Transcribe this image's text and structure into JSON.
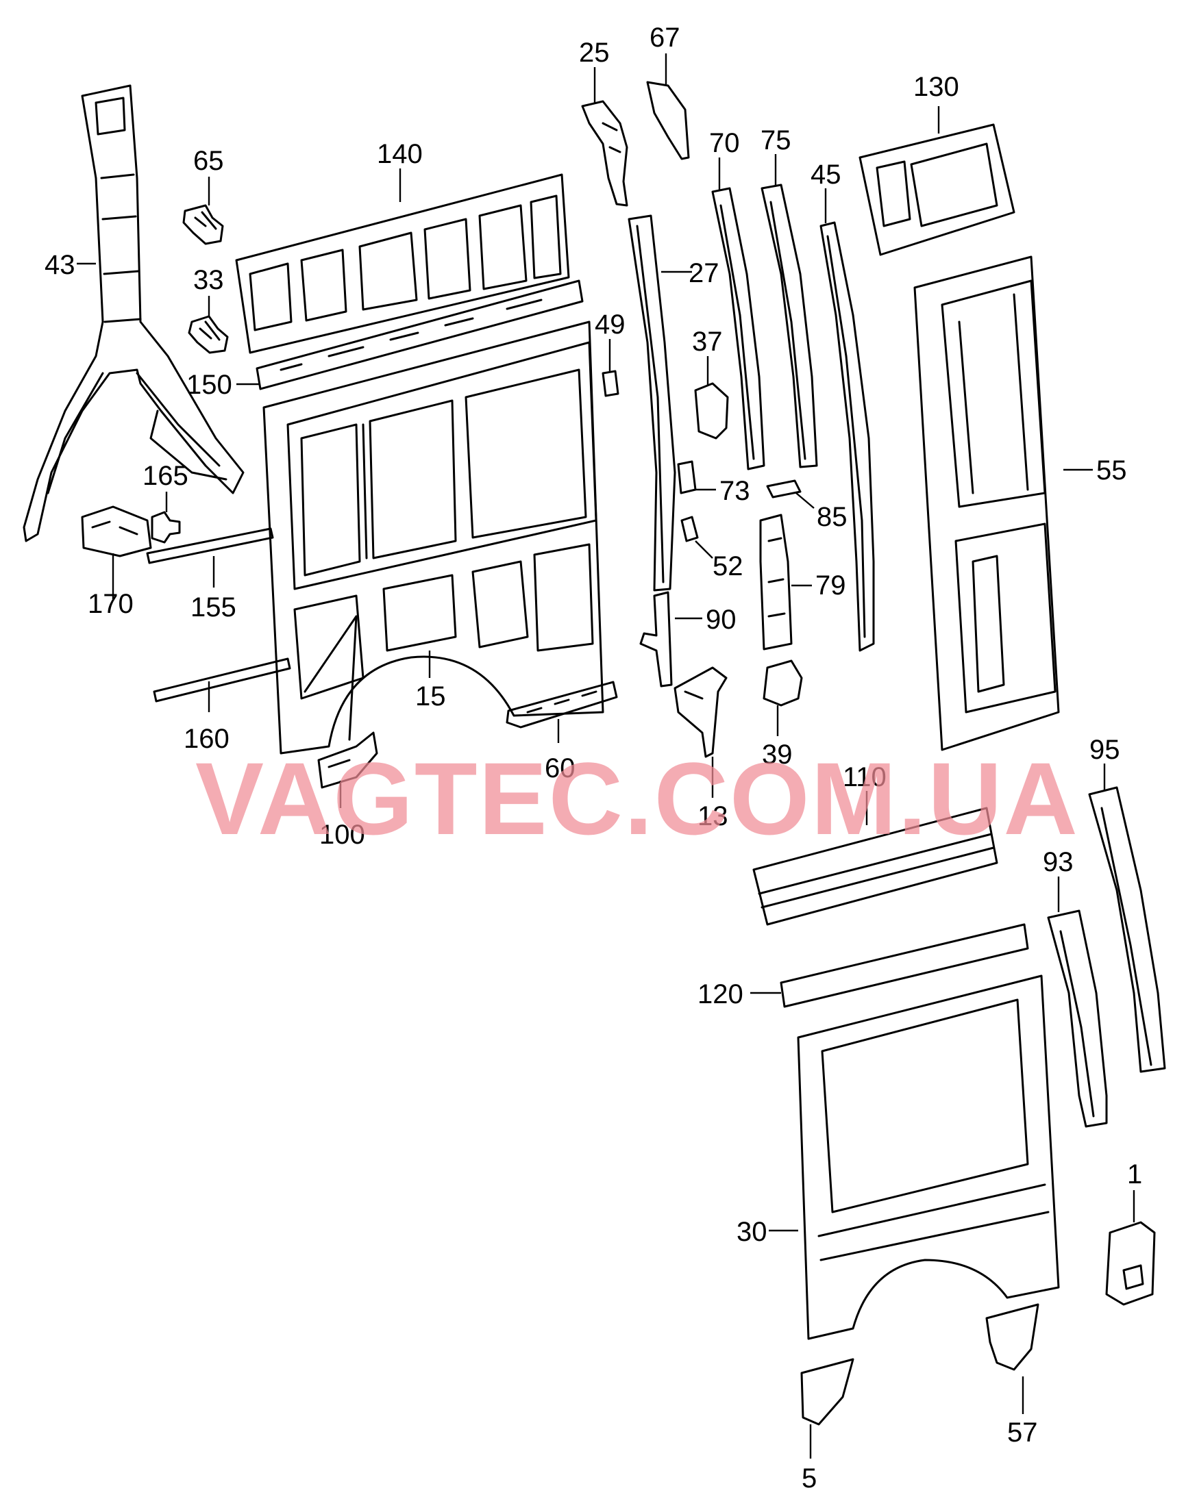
{
  "watermark": "VAGTEC.COM.UA",
  "colors": {
    "line": "#000000",
    "watermark": "#f08c96",
    "background": "#ffffff"
  },
  "callouts": {
    "c1": "1",
    "c5": "5",
    "c13": "13",
    "c15": "15",
    "c25": "25",
    "c27": "27",
    "c30": "30",
    "c33": "33",
    "c37": "37",
    "c39": "39",
    "c43": "43",
    "c45": "45",
    "c49": "49",
    "c52": "52",
    "c55": "55",
    "c57": "57",
    "c60": "60",
    "c65": "65",
    "c67": "67",
    "c70": "70",
    "c73": "73",
    "c75": "75",
    "c79": "79",
    "c85": "85",
    "c90": "90",
    "c93": "93",
    "c95": "95",
    "c100": "100",
    "c110": "110",
    "c120": "120",
    "c130": "130",
    "c140": "140",
    "c150": "150",
    "c155": "155",
    "c160": "160",
    "c165": "165",
    "c170": "170"
  }
}
